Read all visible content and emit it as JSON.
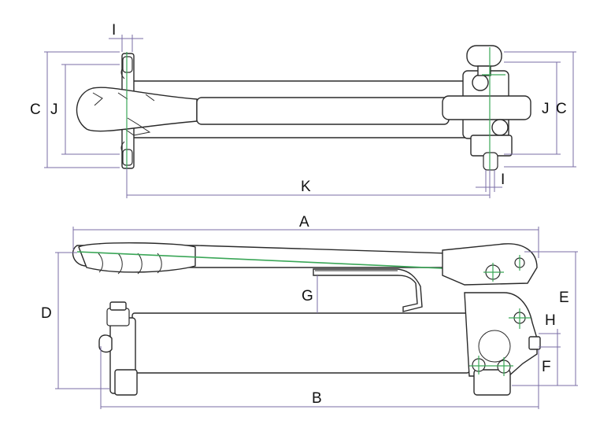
{
  "labels": {
    "I_top": "I",
    "C_left": "C",
    "J_left": "J",
    "J_right": "J",
    "C_right": "C",
    "K": "K",
    "I_bottom": "I",
    "A": "A",
    "D": "D",
    "G": "G",
    "E": "E",
    "H": "H",
    "F": "F",
    "B": "B"
  },
  "colors": {
    "dimension_line": "#7a6ea5",
    "centerline": "#3aa657",
    "outline": "#2a2a2a"
  }
}
